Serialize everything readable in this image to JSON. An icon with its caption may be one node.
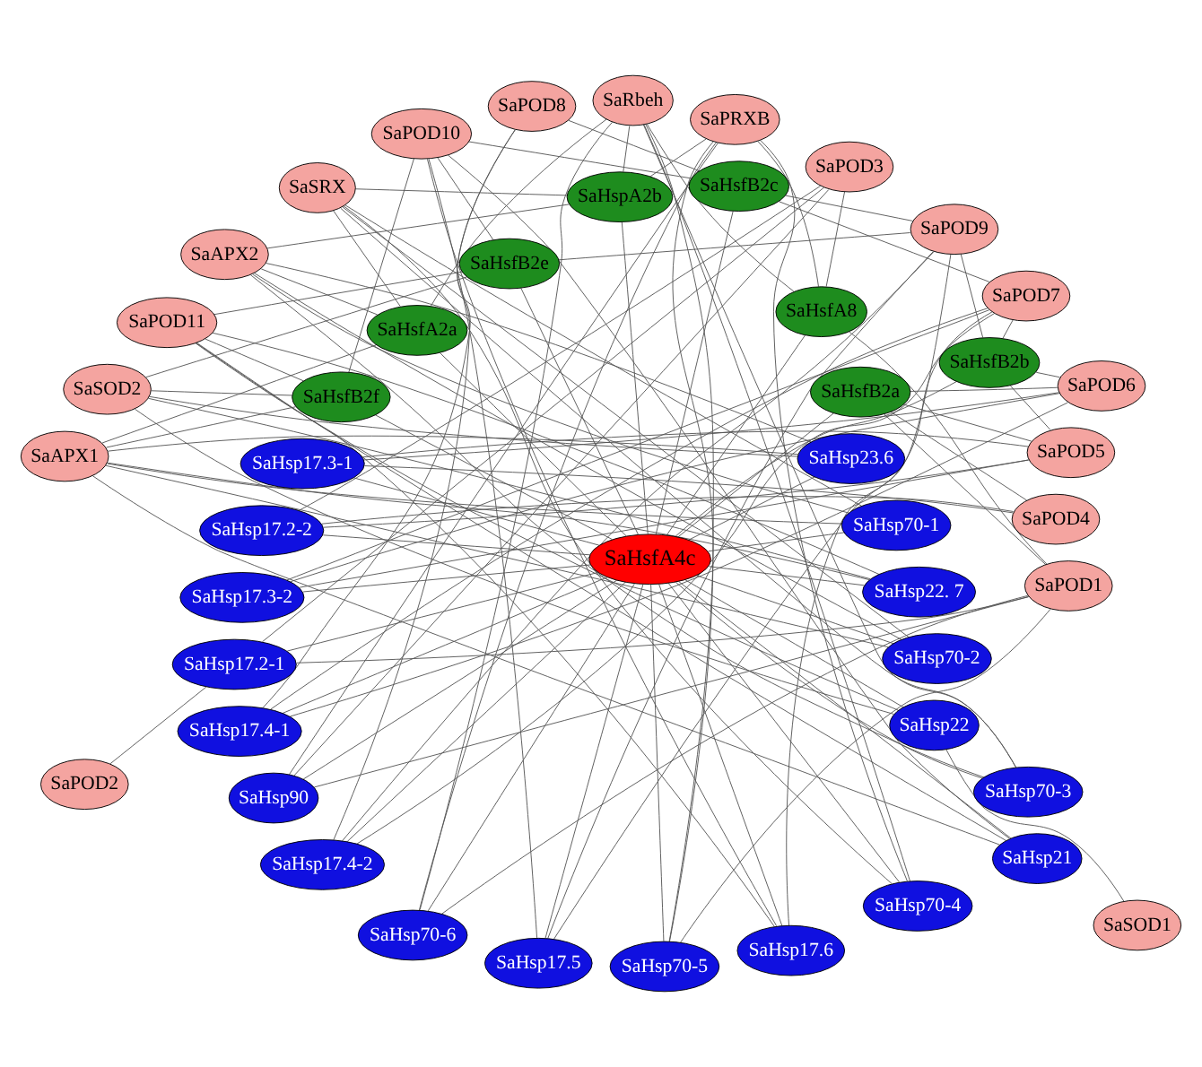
{
  "diagram": {
    "nodes": [
      {
        "text": [
          "SaHsfA4c"
        ]
      },
      {
        "text": [
          "SaHsfB2a"
        ]
      },
      {
        "text": [
          "SaHsfB2b"
        ]
      },
      {
        "text": [
          "SaHsfA8"
        ]
      },
      {
        "text": [
          "SaHsfB2c"
        ]
      },
      {
        "text": [
          "SaHspA2b"
        ]
      },
      {
        "text": [
          "SaHsfB2e"
        ]
      },
      {
        "text": [
          "SaHsfA2a"
        ]
      },
      {
        "text": [
          "SaHsfB2f"
        ]
      },
      {
        "text": [
          "SaHsp17.3-1"
        ]
      },
      {
        "text": [
          "SaHsp17.2-2"
        ]
      },
      {
        "text": [
          "SaHsp17.3-2"
        ]
      },
      {
        "text": [
          "SaHsp17.2-1"
        ]
      },
      {
        "text": [
          "SaHsp17.4-1"
        ]
      },
      {
        "text": [
          "SaHsp90"
        ]
      },
      {
        "text": [
          "SaHsp17.4-2"
        ]
      },
      {
        "text": [
          "SaHsp70-6"
        ]
      },
      {
        "text": [
          "SaHsp17.5"
        ]
      },
      {
        "text": [
          "SaHsp70-5"
        ]
      },
      {
        "text": [
          "SaHsp17.6"
        ]
      },
      {
        "text": [
          "SaHsp70-4"
        ]
      },
      {
        "text": [
          "SaHsp21"
        ]
      },
      {
        "text": [
          "SaHsp70-3"
        ]
      },
      {
        "text": [
          "SaHsp22"
        ]
      },
      {
        "text": [
          "SaHsp70-2"
        ]
      },
      {
        "text": [
          "SaHsp22. 7"
        ]
      },
      {
        "text": [
          "SaHsp70-1"
        ]
      },
      {
        "text": [
          "SaHsp23.6"
        ]
      },
      {
        "text": [
          "SaPOD1"
        ]
      },
      {
        "text": [
          "SaPOD2"
        ]
      },
      {
        "text": [
          "SaPOD3"
        ]
      },
      {
        "text": [
          "SaPOD4"
        ]
      },
      {
        "text": [
          "SaPOD5"
        ]
      },
      {
        "text": [
          "SaPOD6"
        ]
      },
      {
        "text": [
          "SaPOD7"
        ]
      },
      {
        "text": [
          "SaPOD8"
        ]
      },
      {
        "text": [
          "SaPOD9"
        ]
      },
      {
        "text": [
          "SaPOD10"
        ]
      },
      {
        "text": [
          "SaPOD11"
        ]
      },
      {
        "text": [
          "SaPRXB"
        ]
      },
      {
        "text": [
          "SaRbeh"
        ]
      },
      {
        "text": [
          "SaSRX"
        ]
      },
      {
        "text": [
          "SaAPX2"
        ]
      },
      {
        "text": [
          "SaAPX1"
        ]
      },
      {
        "text": [
          "SaSOD2"
        ]
      },
      {
        "text": [
          "SaSOD1"
        ]
      }
    ],
    "edges": [
      {
        "from": 0,
        "to": 1,
        "arrow": "none"
      },
      {
        "from": 0,
        "to": 2,
        "arrow": "none"
      },
      {
        "from": 0,
        "to": 3,
        "arrow": "none"
      },
      {
        "from": 0,
        "to": 4,
        "arrow": "none"
      },
      {
        "from": 0,
        "to": 5,
        "arrow": "none"
      },
      {
        "from": 0,
        "to": 6,
        "arrow": "none"
      },
      {
        "from": 0,
        "to": 7,
        "arrow": "none"
      },
      {
        "from": 0,
        "to": 8,
        "arrow": "none"
      },
      {
        "from": 0,
        "to": 9,
        "arrow": "none"
      },
      {
        "from": 0,
        "to": 10,
        "arrow": "none"
      },
      {
        "from": 0,
        "to": 11,
        "arrow": "none"
      },
      {
        "from": 0,
        "to": 12,
        "arrow": "none"
      },
      {
        "from": 0,
        "to": 13,
        "arrow": "none"
      },
      {
        "from": 0,
        "to": 14,
        "arrow": "none"
      },
      {
        "from": 0,
        "to": 15,
        "arrow": "none"
      },
      {
        "from": 0,
        "to": 16,
        "arrow": "none"
      },
      {
        "from": 0,
        "to": 17,
        "arrow": "none"
      },
      {
        "from": 0,
        "to": 18,
        "arrow": "none"
      },
      {
        "from": 0,
        "to": 19,
        "arrow": "none"
      },
      {
        "from": 0,
        "to": 20,
        "arrow": "none"
      },
      {
        "from": 0,
        "to": 21,
        "arrow": "none"
      },
      {
        "from": 0,
        "to": 22,
        "arrow": "none"
      },
      {
        "from": 0,
        "to": 23,
        "arrow": "none"
      },
      {
        "from": 0,
        "to": 24,
        "arrow": "none"
      },
      {
        "from": 0,
        "to": 25,
        "arrow": "none"
      },
      {
        "from": 0,
        "to": 26,
        "arrow": "none"
      },
      {
        "from": 0,
        "to": 27,
        "arrow": "none"
      },
      {
        "from": 1,
        "to": 31,
        "arrow": "none"
      },
      {
        "from": 1,
        "to": 32,
        "arrow": "none"
      },
      {
        "from": 1,
        "to": 33,
        "arrow": "none"
      },
      {
        "from": 1,
        "to": 28,
        "arrow": "none"
      },
      {
        "from": 2,
        "to": 32,
        "arrow": "none"
      },
      {
        "from": 2,
        "to": 33,
        "arrow": "none"
      },
      {
        "from": 2,
        "to": 34,
        "arrow": "none"
      },
      {
        "from": 2,
        "to": 36,
        "arrow": "none"
      },
      {
        "from": 3,
        "to": 28,
        "arrow": "none"
      },
      {
        "from": 3,
        "to": 39,
        "arrow": "none"
      },
      {
        "from": 3,
        "to": 40,
        "arrow": "none"
      },
      {
        "from": 3,
        "to": 30,
        "arrow": "none"
      },
      {
        "from": 4,
        "to": 34,
        "arrow": "none"
      },
      {
        "from": 4,
        "to": 35,
        "arrow": "none"
      },
      {
        "from": 4,
        "to": 36,
        "arrow": "none"
      },
      {
        "from": 4,
        "to": 37,
        "arrow": "none"
      },
      {
        "from": 5,
        "to": 39,
        "arrow": "none"
      },
      {
        "from": 5,
        "to": 40,
        "arrow": "none"
      },
      {
        "from": 5,
        "to": 41,
        "arrow": "none"
      },
      {
        "from": 5,
        "to": 42,
        "arrow": "none"
      },
      {
        "from": 6,
        "to": 36,
        "arrow": "none"
      },
      {
        "from": 6,
        "to": 37,
        "arrow": "none"
      },
      {
        "from": 6,
        "to": 38,
        "arrow": "none"
      },
      {
        "from": 6,
        "to": 44,
        "arrow": "none"
      },
      {
        "from": 7,
        "to": 41,
        "arrow": "none"
      },
      {
        "from": 7,
        "to": 42,
        "arrow": "none"
      },
      {
        "from": 7,
        "to": 43,
        "arrow": "none"
      },
      {
        "from": 7,
        "to": 40,
        "arrow": "none"
      },
      {
        "from": 8,
        "to": 38,
        "arrow": "none"
      },
      {
        "from": 8,
        "to": 43,
        "arrow": "none"
      },
      {
        "from": 8,
        "to": 44,
        "arrow": "none"
      },
      {
        "from": 8,
        "to": 37,
        "arrow": "none"
      },
      {
        "from": 9,
        "to": 31,
        "arrow": "none"
      },
      {
        "from": 9,
        "to": 32,
        "arrow": "none"
      },
      {
        "from": 9,
        "to": 33,
        "arrow": "none"
      },
      {
        "from": 10,
        "to": 30,
        "arrow": "none"
      },
      {
        "from": 10,
        "to": 31,
        "arrow": "none"
      },
      {
        "from": 10,
        "to": 32,
        "arrow": "none"
      },
      {
        "from": 11,
        "to": 32,
        "arrow": "none"
      },
      {
        "from": 11,
        "to": 33,
        "arrow": "none"
      },
      {
        "from": 11,
        "to": 34,
        "arrow": "none"
      },
      {
        "from": 12,
        "to": 28,
        "arrow": "none"
      },
      {
        "from": 12,
        "to": 29,
        "arrow": "none"
      },
      {
        "from": 12,
        "to": 30,
        "arrow": "none"
      },
      {
        "from": 13,
        "to": 34,
        "arrow": "none"
      },
      {
        "from": 13,
        "to": 35,
        "arrow": "none"
      },
      {
        "from": 13,
        "to": 33,
        "arrow": "none"
      },
      {
        "from": 14,
        "to": 28,
        "arrow": "none"
      },
      {
        "from": 14,
        "to": 39,
        "arrow": "none"
      },
      {
        "from": 14,
        "to": 30,
        "arrow": "none"
      },
      {
        "from": 15,
        "to": 35,
        "arrow": "none"
      },
      {
        "from": 15,
        "to": 36,
        "arrow": "none"
      },
      {
        "from": 15,
        "to": 34,
        "arrow": "none"
      },
      {
        "from": 16,
        "to": 28,
        "arrow": "none"
      },
      {
        "from": 16,
        "to": 39,
        "arrow": "none"
      },
      {
        "from": 16,
        "to": 40,
        "arrow": "none"
      },
      {
        "from": 17,
        "to": 36,
        "arrow": "none"
      },
      {
        "from": 17,
        "to": 37,
        "arrow": "none"
      },
      {
        "from": 17,
        "to": 34,
        "arrow": "none"
      },
      {
        "from": 18,
        "to": 39,
        "arrow": "none"
      },
      {
        "from": 18,
        "to": 40,
        "arrow": "none"
      },
      {
        "from": 18,
        "to": 28,
        "arrow": "none"
      },
      {
        "from": 19,
        "to": 37,
        "arrow": "none"
      },
      {
        "from": 19,
        "to": 38,
        "arrow": "none"
      },
      {
        "from": 19,
        "to": 36,
        "arrow": "none"
      },
      {
        "from": 20,
        "to": 40,
        "arrow": "none"
      },
      {
        "from": 20,
        "to": 41,
        "arrow": "none"
      },
      {
        "from": 20,
        "to": 39,
        "arrow": "none"
      },
      {
        "from": 21,
        "to": 38,
        "arrow": "none"
      },
      {
        "from": 21,
        "to": 37,
        "arrow": "none"
      },
      {
        "from": 21,
        "to": 43,
        "arrow": "none"
      },
      {
        "from": 22,
        "to": 41,
        "arrow": "none"
      },
      {
        "from": 22,
        "to": 42,
        "arrow": "none"
      },
      {
        "from": 22,
        "to": 40,
        "arrow": "none"
      },
      {
        "from": 23,
        "to": 38,
        "arrow": "none"
      },
      {
        "from": 23,
        "to": 44,
        "arrow": "none"
      },
      {
        "from": 23,
        "to": 45,
        "arrow": "none"
      },
      {
        "from": 24,
        "to": 41,
        "arrow": "none"
      },
      {
        "from": 24,
        "to": 42,
        "arrow": "none"
      },
      {
        "from": 24,
        "to": 43,
        "arrow": "none"
      },
      {
        "from": 25,
        "to": 44,
        "arrow": "none"
      },
      {
        "from": 25,
        "to": 38,
        "arrow": "none"
      },
      {
        "from": 25,
        "to": 43,
        "arrow": "none"
      },
      {
        "from": 26,
        "to": 43,
        "arrow": "none"
      },
      {
        "from": 26,
        "to": 42,
        "arrow": "none"
      },
      {
        "from": 26,
        "to": 41,
        "arrow": "none"
      },
      {
        "from": 27,
        "to": 43,
        "arrow": "none"
      },
      {
        "from": 27,
        "to": 44,
        "arrow": "none"
      },
      {
        "from": 27,
        "to": 42,
        "arrow": "none"
      }
    ]
  }
}
